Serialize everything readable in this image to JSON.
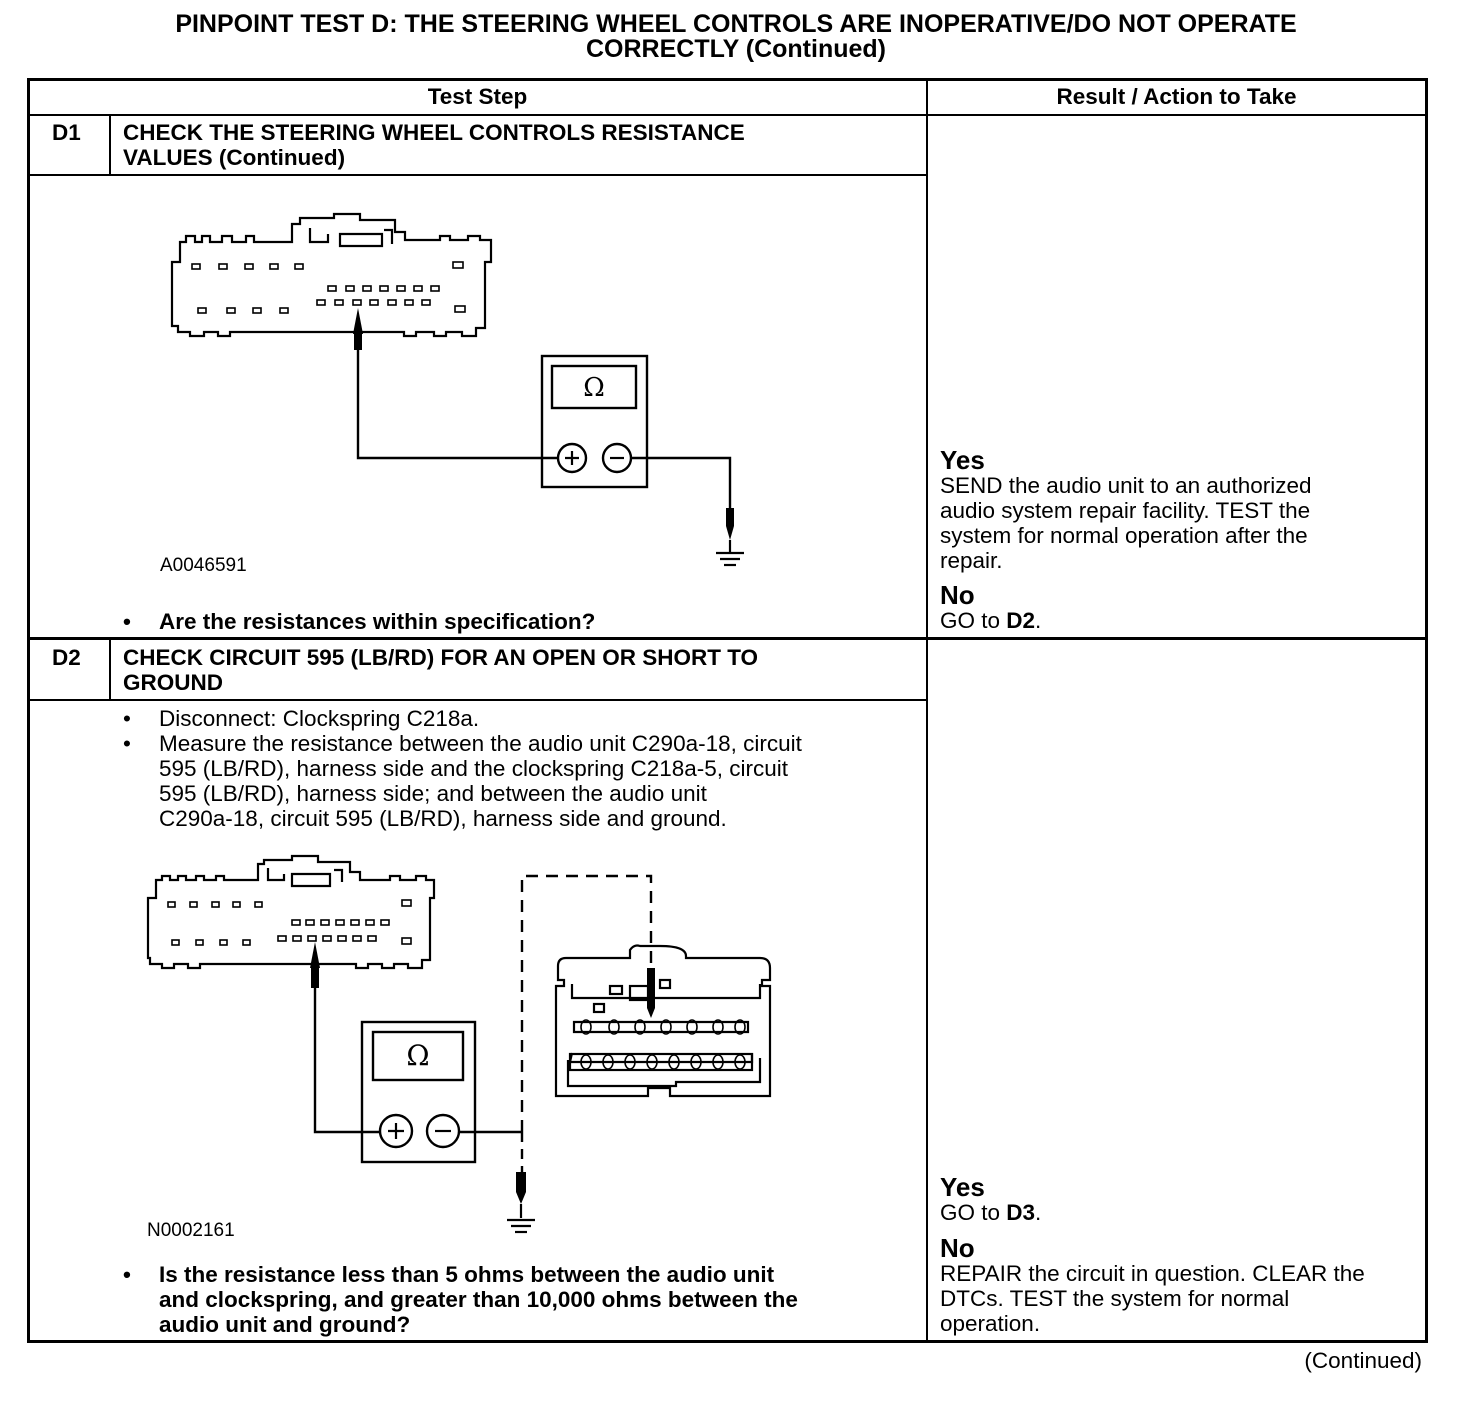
{
  "title": {
    "line1": "PINPOINT TEST  D: THE STEERING WHEEL CONTROLS ARE INOPERATIVE/DO NOT OPERATE",
    "line2": "CORRECTLY (Continued)"
  },
  "table": {
    "headers": {
      "test_step": "Test Step",
      "result": "Result / Action to Take"
    },
    "steps": [
      {
        "id": "D1",
        "title_line1": "CHECK THE STEERING WHEEL CONTROLS RESISTANCE",
        "title_line2": "VALUES (Continued)",
        "figure_id": "A0046591",
        "ohm_symbol": "Ω",
        "question": "Are the resistances within specification?",
        "yes_label": "Yes",
        "yes_text_1": "SEND the audio unit to an authorized",
        "yes_text_2": "audio system repair facility. TEST the",
        "yes_text_3": "system for normal operation after the",
        "yes_text_4": "repair.",
        "no_label": "No",
        "no_text_pre": "GO to ",
        "no_text_ref": "D2",
        "no_text_post": "."
      },
      {
        "id": "D2",
        "title_line1": "CHECK CIRCUIT 595 (LB/RD) FOR AN OPEN OR SHORT TO",
        "title_line2": "GROUND",
        "bullet1": "Disconnect: Clockspring C218a.",
        "bullet2_line1": "Measure the resistance between the audio unit C290a-18, circuit",
        "bullet2_line2": "595 (LB/RD), harness side and the clockspring C218a-5, circuit",
        "bullet2_line3": "595 (LB/RD), harness side; and between the audio unit",
        "bullet2_line4": "C290a-18, circuit 595 (LB/RD), harness side and ground.",
        "figure_id": "N0002161",
        "ohm_symbol": "Ω",
        "question_line1": "Is the resistance less than 5 ohms between the audio unit",
        "question_line2": "and clockspring, and greater than 10,000 ohms between the",
        "question_line3": "audio unit and ground?",
        "yes_label": "Yes",
        "yes_text_pre": "GO to ",
        "yes_text_ref": "D3",
        "yes_text_post": ".",
        "no_label": "No",
        "no_text_1": "REPAIR the circuit in question. CLEAR the",
        "no_text_2": "DTCs. TEST the system for normal",
        "no_text_3": "operation."
      }
    ]
  },
  "bullet_char": "•",
  "continued": "(Continued)"
}
